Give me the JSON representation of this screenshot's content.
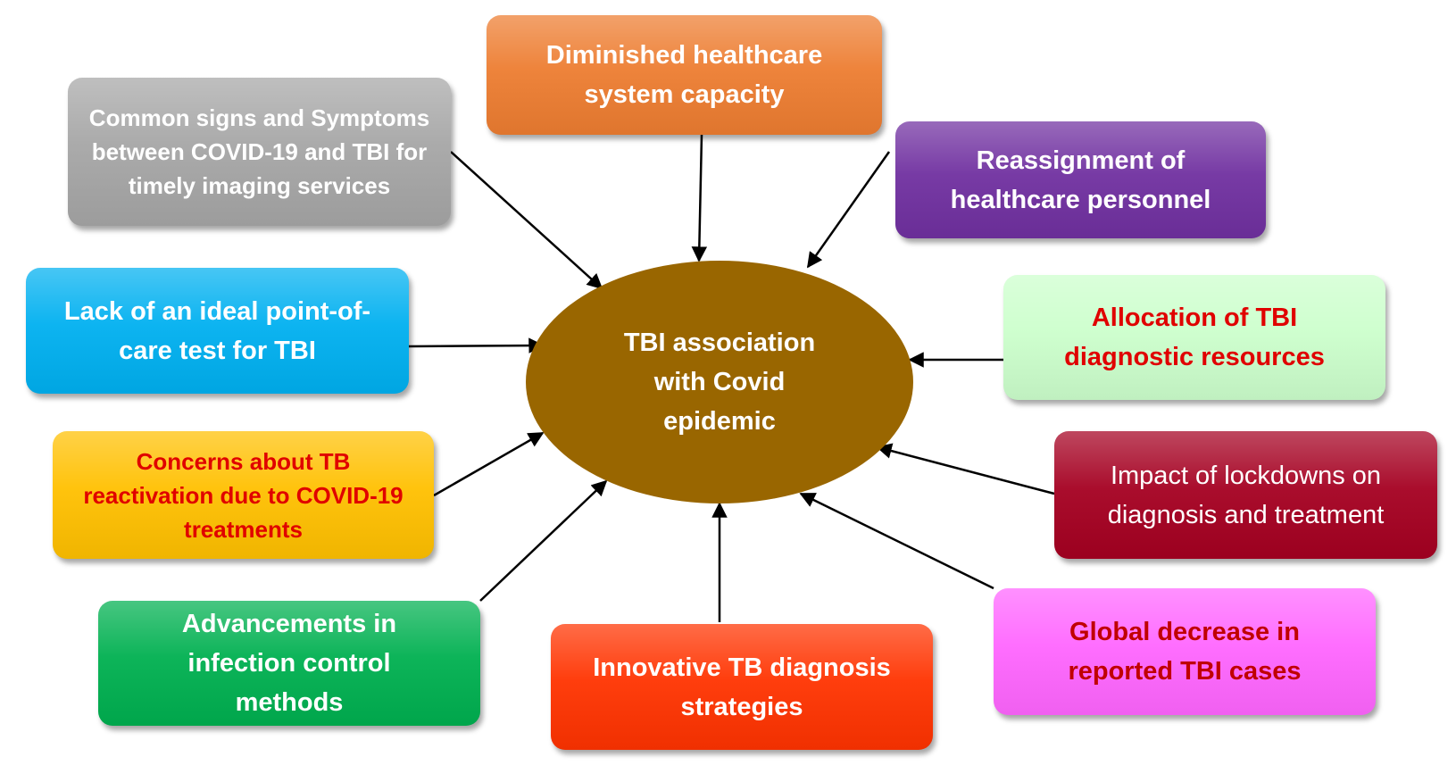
{
  "center": {
    "label": "TBI association with Covid epidemic",
    "color": "#996600"
  },
  "factors": [
    {
      "id": "common-signs",
      "label": "Common signs and Symptoms between COVID-19 and TBI for timely imaging services",
      "bg": "#a6a6a6",
      "text_color": "#ffffff"
    },
    {
      "id": "diminished-capacity",
      "label": "Diminished healthcare system capacity",
      "bg": "#ed7d31",
      "text_color": "#ffffff"
    },
    {
      "id": "reassignment",
      "label": "Reassignment of healthcare personnel",
      "bg": "#7030a0",
      "text_color": "#ffffff"
    },
    {
      "id": "point-of-care",
      "label": "Lack of an ideal point-of-care test for TBI",
      "bg": "#00b0f0",
      "text_color": "#ffffff"
    },
    {
      "id": "allocation",
      "label": "Allocation of TBI diagnostic resources",
      "bg": "#ccffcc",
      "text_color": "#e00000"
    },
    {
      "id": "reactivation",
      "label": "Concerns about TB reactivation due to COVID-19 treatments",
      "bg": "#ffc000",
      "text_color": "#e00000"
    },
    {
      "id": "lockdowns",
      "label": "Impact of lockdowns on diagnosis and treatment",
      "bg": "#a50021",
      "text_color": "#ffffff"
    },
    {
      "id": "infection-control",
      "label": "Advancements in infection control methods",
      "bg": "#00b050",
      "text_color": "#ffffff"
    },
    {
      "id": "innovative",
      "label": "Innovative TB diagnosis strategies",
      "bg": "#ff3300",
      "text_color": "#ffffff"
    },
    {
      "id": "global-decrease",
      "label": "Global decrease in reported TBI cases",
      "bg": "#ff66ff",
      "text_color": "#c00000"
    }
  ]
}
